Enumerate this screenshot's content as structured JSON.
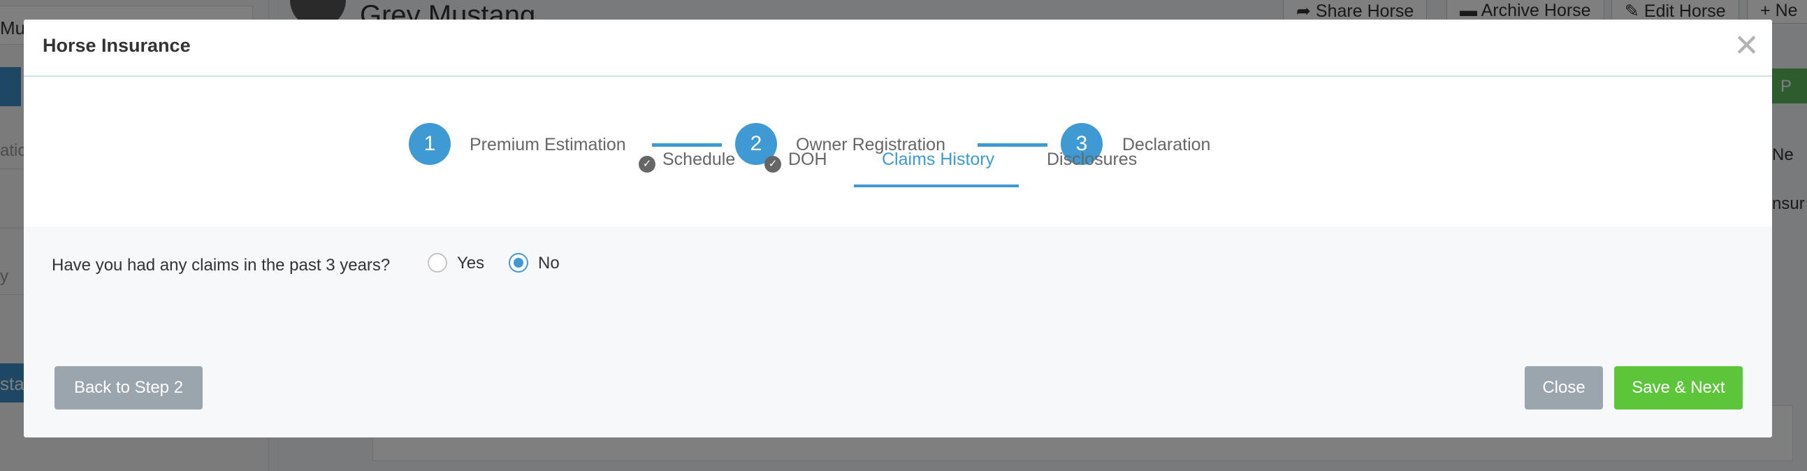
{
  "background": {
    "horse_name": "Grey Mustang",
    "left_input_text": "Mus",
    "left_rows": [
      "atio",
      "",
      "y"
    ],
    "left_button": "star",
    "top_buttons": [
      {
        "icon": "share-icon",
        "label": "Share Horse"
      },
      {
        "icon": "archive-icon",
        "label": "Archive Horse"
      },
      {
        "icon": "pencil-icon",
        "label": "Edit Horse"
      },
      {
        "icon": "plus-icon",
        "label": "Ne"
      }
    ],
    "right_green_button": "P",
    "right_rows": [
      "Ne",
      "nsur"
    ]
  },
  "modal": {
    "title": "Horse Insurance",
    "close_glyph": "✕",
    "steps": [
      {
        "number": "1",
        "label": "Premium Estimation"
      },
      {
        "number": "2",
        "label": "Owner Registration"
      },
      {
        "number": "3",
        "label": "Declaration"
      }
    ],
    "subtabs": [
      {
        "label": "Schedule",
        "completed": true
      },
      {
        "label": "DOH",
        "completed": true
      },
      {
        "label": "Claims History",
        "active": true
      },
      {
        "label": "Disclosures"
      }
    ],
    "question": "Have you had any claims in the past 3 years?",
    "options": [
      {
        "label": "Yes",
        "checked": false
      },
      {
        "label": "No",
        "checked": true
      }
    ],
    "buttons": {
      "back": "Back to Step 2",
      "close": "Close",
      "save_next": "Save & Next"
    }
  },
  "colors": {
    "accent": "#3f9ad3",
    "success": "#5dc53a",
    "muted_button": "#9aa5ad"
  }
}
